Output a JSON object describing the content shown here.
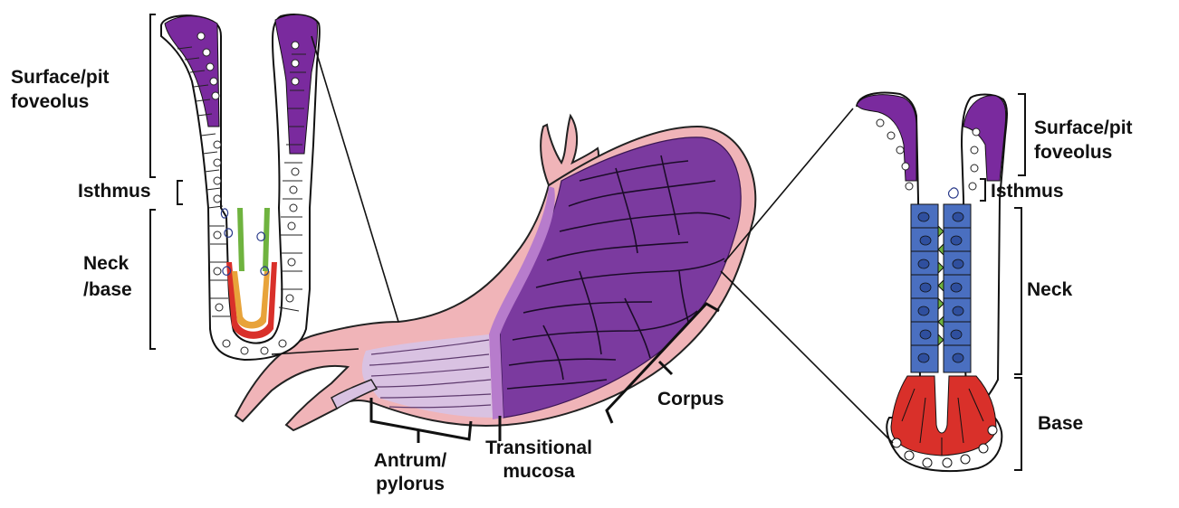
{
  "labels": {
    "left_gland": {
      "surface_line1": "Surface/pit",
      "surface_line2": "foveolus",
      "isthmus": "Isthmus",
      "neck_line1": "Neck",
      "neck_line2": "/base"
    },
    "right_gland": {
      "surface_line1": "Surface/pit",
      "surface_line2": "foveolus",
      "isthmus": "Isthmus",
      "neck": "Neck",
      "base": "Base"
    },
    "stomach": {
      "antrum_line1": "Antrum/",
      "antrum_line2": "pylorus",
      "transitional_line1": "Transitional",
      "transitional_line2": "mucosa",
      "corpus": "Corpus"
    }
  },
  "colors": {
    "surface_cells": "#7a2a9e",
    "corpus_mucosa": "#7b3a9f",
    "antrum_mucosa": "#d9c2e2",
    "serosa": "#f0b4b8",
    "neck_cells": "#4a6fc0",
    "base_cells": "#d9302a",
    "progenitor": "#6fb33f",
    "left_base_band": "#e8a33a"
  }
}
